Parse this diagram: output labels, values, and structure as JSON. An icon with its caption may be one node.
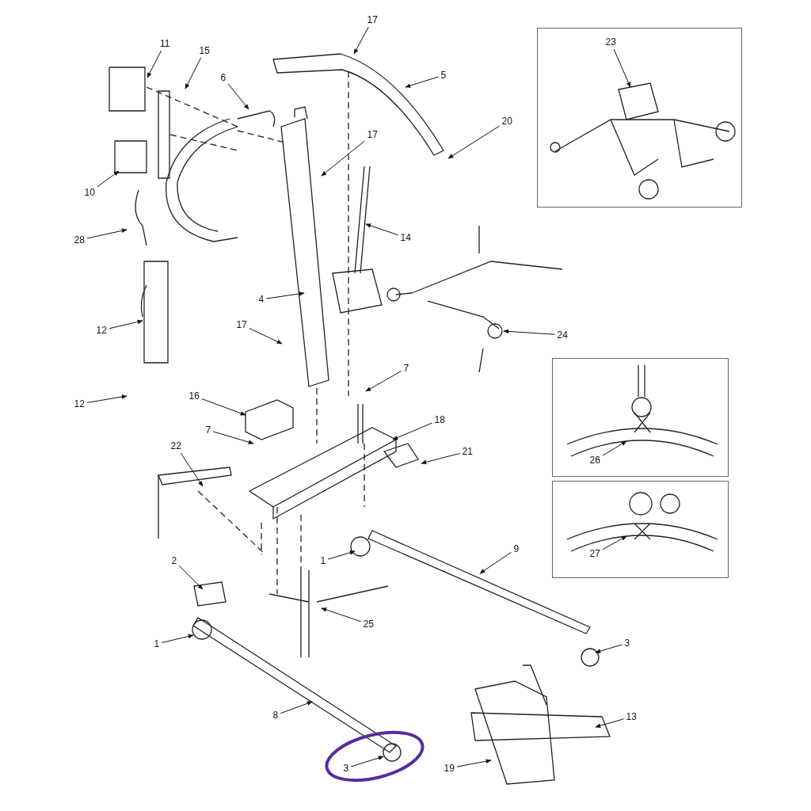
{
  "diagram": {
    "nodes": [
      {
        "text": [],
        "shape": "box"
      },
      {
        "text": [
          "23"
        ],
        "in": 0
      },
      {
        "text": [
          "17"
        ]
      },
      {
        "text": [
          "11"
        ]
      },
      {
        "text": [
          "15"
        ]
      },
      {
        "text": [
          "6"
        ]
      },
      {
        "text": [
          "5"
        ]
      },
      {
        "text": [
          "20"
        ]
      },
      {
        "text": [
          "17"
        ]
      },
      {
        "text": [
          "10"
        ]
      },
      {
        "text": [
          "28"
        ]
      },
      {
        "text": [
          "14"
        ]
      },
      {
        "text": [
          "4"
        ]
      },
      {
        "text": [
          "12"
        ]
      },
      {
        "text": [
          "17"
        ]
      },
      {
        "text": [
          "24"
        ]
      },
      {
        "text": [],
        "shape": "box"
      },
      {
        "text": [
          "26"
        ],
        "in": 16
      },
      {
        "text": [
          "7"
        ]
      },
      {
        "text": [
          "12"
        ]
      },
      {
        "text": [
          "16"
        ]
      },
      {
        "text": [
          "18"
        ]
      },
      {
        "text": [
          "7"
        ]
      },
      {
        "text": [
          "21"
        ]
      },
      {
        "text": [
          "22"
        ]
      },
      {
        "text": [],
        "shape": "box"
      },
      {
        "text": [
          "27"
        ],
        "in": 25
      },
      {
        "text": [
          "1"
        ]
      },
      {
        "text": [
          "9"
        ]
      },
      {
        "text": [
          "2"
        ]
      },
      {
        "text": [
          "25"
        ]
      },
      {
        "text": [
          "1"
        ]
      },
      {
        "text": [
          "3"
        ]
      },
      {
        "text": [
          "8"
        ]
      },
      {
        "text": [
          "13"
        ]
      },
      {
        "text": [
          "3"
        ]
      },
      {
        "text": [
          "19"
        ]
      },
      {
        "text": [],
        "shape": "picture",
        "in": 0
      },
      {
        "text": [],
        "shape": "picture",
        "in": 16
      },
      {
        "text": [],
        "shape": "picture",
        "in": 25
      },
      {
        "text": [],
        "shape": "circle"
      }
    ],
    "edges": [
      {
        "from": 1,
        "to": 37,
        "arrow": "to"
      },
      {
        "from": 2,
        "to": null,
        "arrow": "to"
      },
      {
        "from": 3,
        "to": null,
        "arrow": "to"
      },
      {
        "from": 4,
        "to": null,
        "arrow": "to"
      },
      {
        "from": 5,
        "to": null,
        "arrow": "to"
      },
      {
        "from": 6,
        "to": null,
        "arrow": "to"
      },
      {
        "from": 7,
        "to": null,
        "arrow": "to"
      },
      {
        "from": 8,
        "to": null,
        "arrow": "to"
      },
      {
        "from": 9,
        "to": null,
        "arrow": "to"
      },
      {
        "from": 10,
        "to": null,
        "arrow": "to"
      },
      {
        "from": 11,
        "to": null,
        "arrow": "to"
      },
      {
        "from": 12,
        "to": null,
        "arrow": "to"
      },
      {
        "from": 13,
        "to": null,
        "arrow": "to"
      },
      {
        "from": 14,
        "to": null,
        "arrow": "to"
      },
      {
        "from": 15,
        "to": null,
        "arrow": "to"
      },
      {
        "from": 17,
        "to": 38,
        "arrow": "to"
      },
      {
        "from": 18,
        "to": null,
        "arrow": "to"
      },
      {
        "from": 19,
        "to": null,
        "arrow": "to"
      },
      {
        "from": 20,
        "to": null,
        "arrow": "to"
      },
      {
        "from": 21,
        "to": null,
        "arrow": "to"
      },
      {
        "from": 22,
        "to": null,
        "arrow": "to"
      },
      {
        "from": 23,
        "to": null,
        "arrow": "to"
      },
      {
        "from": 24,
        "to": null,
        "arrow": "to"
      },
      {
        "from": 26,
        "to": 39,
        "arrow": "to"
      },
      {
        "from": 27,
        "to": null,
        "arrow": "to"
      },
      {
        "from": 28,
        "to": null,
        "arrow": "to"
      },
      {
        "from": 29,
        "to": null,
        "arrow": "to"
      },
      {
        "from": 30,
        "to": null,
        "arrow": "to"
      },
      {
        "from": 31,
        "to": null,
        "arrow": "to"
      },
      {
        "from": 32,
        "to": null,
        "arrow": "to"
      },
      {
        "from": 33,
        "to": null,
        "arrow": "to"
      },
      {
        "from": 34,
        "to": null,
        "arrow": "to"
      },
      {
        "from": 35,
        "to": 40,
        "arrow": "to"
      },
      {
        "from": 36,
        "to": null,
        "arrow": "to"
      }
    ]
  }
}
